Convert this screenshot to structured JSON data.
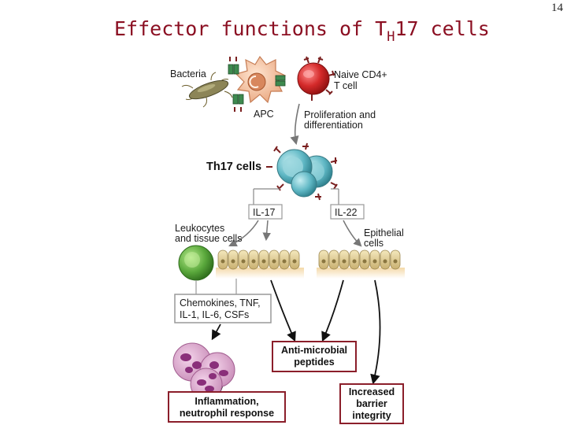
{
  "title": {
    "main": "Effector functions of T",
    "subscript": "H",
    "suffix": "17 cells"
  },
  "slide_number": "14",
  "figure": {
    "bacteria": "Bacteria",
    "naive_line1": "Naive CD4+",
    "naive_line2": "T cell",
    "apc": "APC",
    "prolif_line1": "Proliferation and",
    "prolif_line2": "differentiation",
    "th17": "Th17 cells",
    "il17": "IL-17",
    "il22": "IL-22",
    "leuko_line1": "Leukocytes",
    "leuko_line2": "and tissue cells",
    "epi_line1": "Epithelial",
    "epi_line2": "cells",
    "chemo_line1": "Chemokines, TNF,",
    "chemo_line2": "IL-1, IL-6, CSFs",
    "amp_line1": "Anti-microbial",
    "amp_line2": "peptides",
    "infl_line1": "Inflammation,",
    "infl_line2": "neutrophil response",
    "barrier_line1": "Increased",
    "barrier_line2": "barrier",
    "barrier_line3": "integrity"
  },
  "colors": {
    "title": "#8b0f22",
    "box_border": "#8b1e2a",
    "tcell": "#d42a2a",
    "th17": "#5fb7c4",
    "leukocyte": "#5aa83c",
    "epithelium": "#e8d7a0",
    "neutrophil": "#b24c8f"
  }
}
